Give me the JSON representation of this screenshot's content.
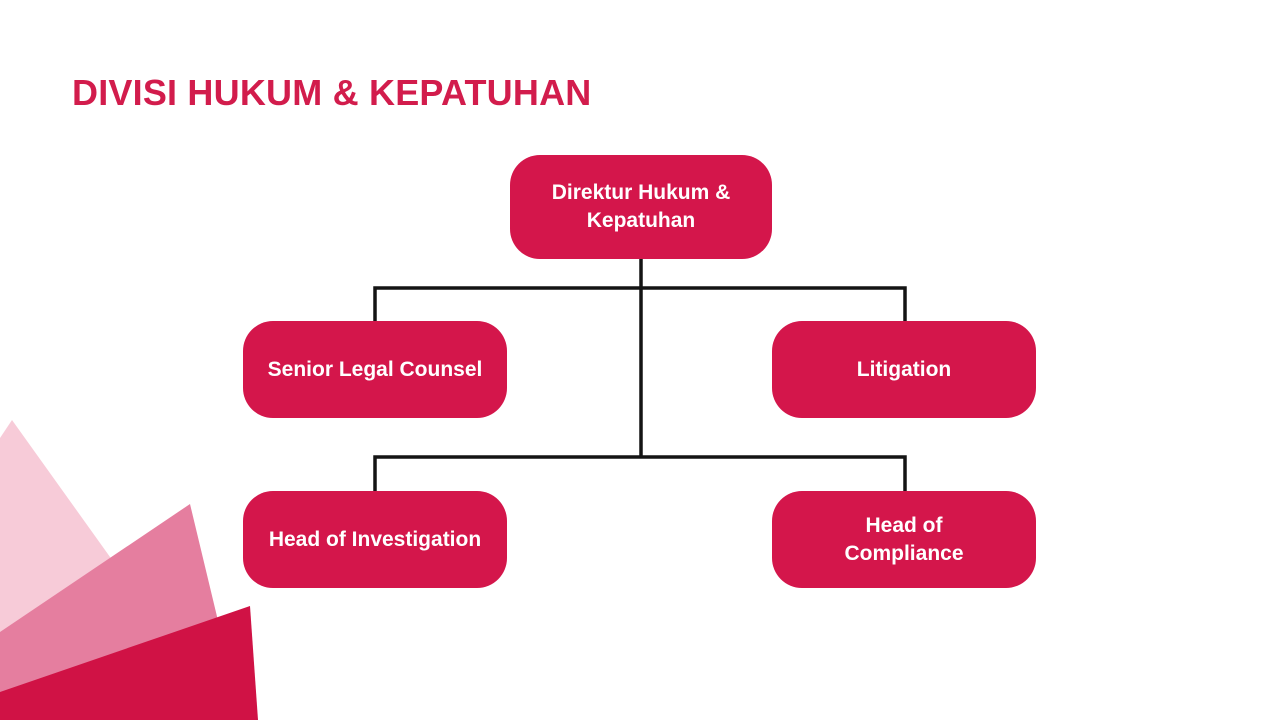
{
  "slide": {
    "title": "DIVISI HUKUM & KEPATUHAN"
  },
  "colors": {
    "background": "#FFFFFF",
    "title_text": "#D21C4C",
    "node_fill": "#D4164B",
    "node_text": "#FFFFFF",
    "connector": "#141414",
    "triangle_light": "#F7CBD8",
    "triangle_medium": "#E57E9F",
    "triangle_dark": "#D01245"
  },
  "org_chart": {
    "nodes": [
      {
        "id": "direktur-hukum-kepatuhan",
        "label": "Direktur Hukum & Kepatuhan",
        "level": 1
      },
      {
        "id": "senior-legal-counsel",
        "label": "Senior Legal Counsel",
        "level": 2
      },
      {
        "id": "litigation",
        "label": "Litigation",
        "level": 2
      },
      {
        "id": "head-of-investigation",
        "label": "Head of Investigation",
        "level": 3
      },
      {
        "id": "head-of-compliance",
        "label": "Head of Compliance",
        "level": 3
      }
    ]
  }
}
